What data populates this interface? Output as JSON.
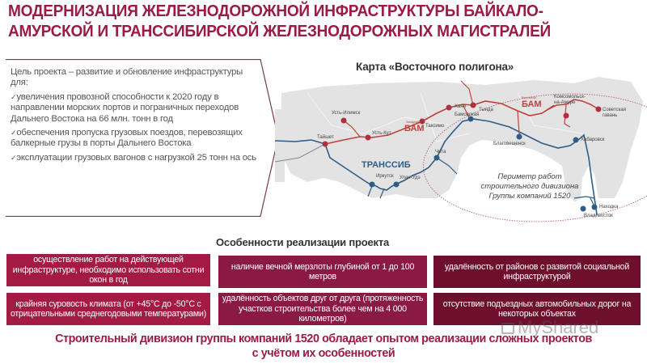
{
  "title": {
    "line1": "МОДЕРНИЗАЦИЯ ЖЕЛЕЗНОДОРОЖНОЙ ИНФРАСТРУКТУРЫ БАЙКАЛО-",
    "line2": "АМУРСКОЙ И ТРАНССИБИРСКОЙ ЖЕЛЕЗНОДОРОЖНЫХ МАГИСТРАЛЕЙ"
  },
  "goal": {
    "intro": "Цель проекта – развитие и обновление инфраструктуры для:",
    "check_icon": "checkmark-icon",
    "items": [
      "увеличения провозной способности к 2020 году в направлении морских портов и пограничных переходов Дальнего Востока на 66 млн. тонн в год",
      "обеспечения пропуска грузовых поездов, перевозящих балкерные грузы в порты Дальнего Востока",
      "эксплуатации грузовых вагонов с нагрузкой 25 тонн на ось"
    ]
  },
  "map": {
    "title": "Карта «Восточного полигона»",
    "lines": {
      "bam": "БАМ",
      "bam_west_caption": "Западный",
      "bam_east_caption": "Восточный",
      "transsib": "ТРАНССИБ"
    },
    "colors": {
      "bam": "#c0413c",
      "transsib": "#2f5d86",
      "land": "#e3e3e3"
    },
    "stations": [
      "Тайшет",
      "Усть-Илимск",
      "Усть-Кут",
      "Таксимо",
      "Хани",
      "Тында",
      "Бамовская",
      "Комсомольск-на-Амуре",
      "Советская гавань",
      "Хабаровск",
      "Благовещенск",
      "Чита",
      "Иркутск",
      "Улан-Удэ",
      "Находка",
      "Владивосток"
    ],
    "perimeter_caption": [
      "Периметр работ",
      "строительного дивизиона",
      "Группы компаний 1520"
    ]
  },
  "features": {
    "title": "Особенности реализации проекта",
    "items": [
      "осуществление работ на действующей инфраструктуре, необходимо использовать сотни окон в год",
      "наличие вечной мерзлоты глубиной от 1 до 100 метров",
      "удалённость от районов с развитой социальной инфраструктурой",
      "крайняя суровость климата (от +45°C до -50°C с отрицательными среднегодовыми температурами)",
      "удалённость объектов друг от друга (протяженность участков строительства более чем на 4 000 километров)",
      "отсутствие подъездных автомобильных дорог на некоторых объектах"
    ]
  },
  "conclusion": {
    "line1": "Строительный дивизион группы компаний 1520 обладает опытом реализации сложных проектов",
    "line2": "с учётом их особенностей"
  },
  "watermark": "MyShared",
  "colors": {
    "accent": "#9b1b45",
    "box_light": "#a31b45",
    "box_mid": "#8b1a42",
    "box_dark": "#6e0f2e"
  }
}
